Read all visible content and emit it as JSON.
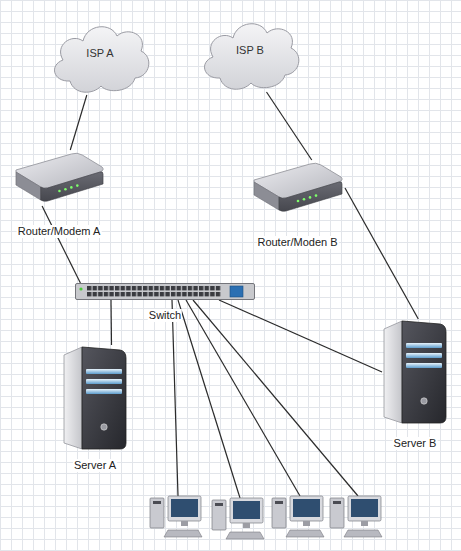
{
  "diagram": {
    "nodes": [
      {
        "text": [
          "ISP A"
        ]
      },
      {
        "text": [
          "ISP B"
        ]
      },
      {
        "text": [
          "Router/Modem A"
        ]
      },
      {
        "text": [
          "Router/Moden B"
        ]
      },
      {
        "text": [
          "Switch"
        ]
      },
      {
        "text": [
          "Server A"
        ]
      },
      {
        "text": [
          "Server B"
        ]
      }
    ],
    "edges": [
      {
        "from": 0,
        "to": 2,
        "arrow": "none"
      },
      {
        "from": 1,
        "to": 3,
        "arrow": "none"
      },
      {
        "from": 2,
        "to": 4,
        "arrow": "none"
      },
      {
        "from": 3,
        "to": 6,
        "arrow": "none"
      },
      {
        "from": 4,
        "to": 5,
        "arrow": "none"
      },
      {
        "from": 4,
        "to": 6,
        "arrow": "none"
      }
    ]
  }
}
